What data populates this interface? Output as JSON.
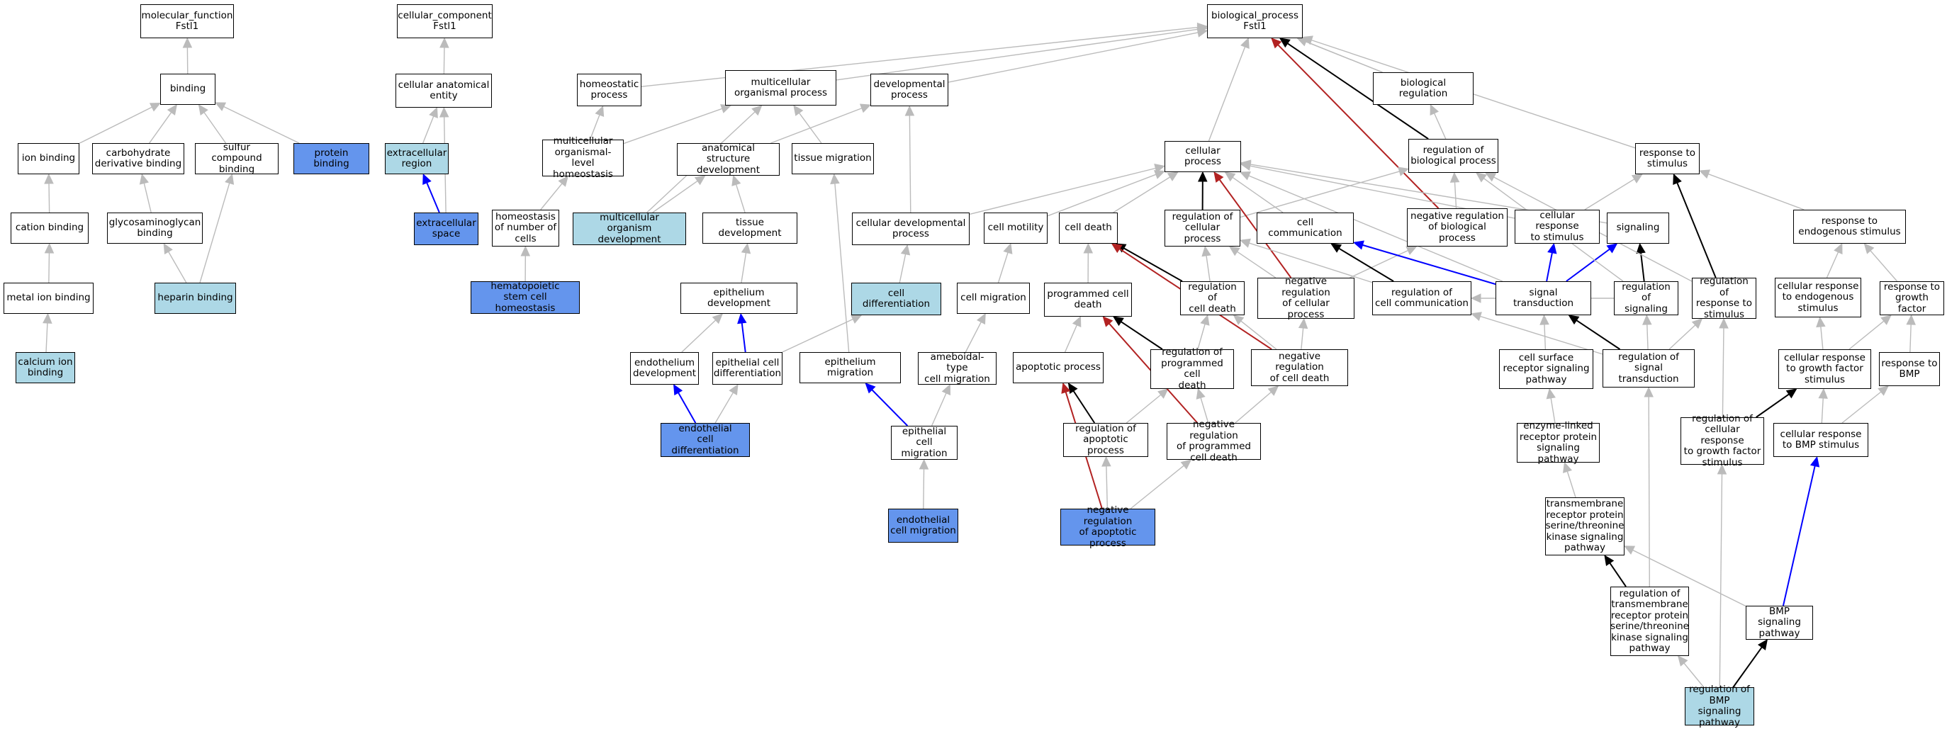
{
  "colors": {
    "background": "#ffffff",
    "node_border": "#000000",
    "node_default": "#ffffff",
    "node_light": "#add8e6",
    "node_dark": "#6495ed",
    "edge_gray": "#bbbbbb",
    "edge_black": "#000000",
    "edge_blue": "#0000ff",
    "edge_red": "#b22222"
  },
  "nodes": [
    {
      "id": "mf",
      "label": "molecular_function\nFstl1",
      "fill": "white"
    },
    {
      "id": "cc",
      "label": "cellular_component\nFstl1",
      "fill": "white"
    },
    {
      "id": "bp",
      "label": "biological_process\nFstl1",
      "fill": "white"
    },
    {
      "id": "binding",
      "label": "binding",
      "fill": "white"
    },
    {
      "id": "ion_binding",
      "label": "ion binding",
      "fill": "white"
    },
    {
      "id": "carb_binding",
      "label": "carbohydrate\nderivative binding",
      "fill": "white"
    },
    {
      "id": "sulfur_binding",
      "label": "sulfur compound\nbinding",
      "fill": "white"
    },
    {
      "id": "protein_binding",
      "label": "protein binding",
      "fill": "dark"
    },
    {
      "id": "cation_binding",
      "label": "cation binding",
      "fill": "white"
    },
    {
      "id": "gag_binding",
      "label": "glycosaminoglycan\nbinding",
      "fill": "white"
    },
    {
      "id": "metal_binding",
      "label": "metal ion binding",
      "fill": "white"
    },
    {
      "id": "heparin_binding",
      "label": "heparin binding",
      "fill": "light"
    },
    {
      "id": "calcium_binding",
      "label": "calcium ion\nbinding",
      "fill": "light"
    },
    {
      "id": "cae",
      "label": "cellular anatomical\nentity",
      "fill": "white"
    },
    {
      "id": "ecr",
      "label": "extracellular\nregion",
      "fill": "light"
    },
    {
      "id": "ecs",
      "label": "extracellular\nspace",
      "fill": "dark"
    },
    {
      "id": "homeostatic",
      "label": "homeostatic\nprocess",
      "fill": "white"
    },
    {
      "id": "multicellular",
      "label": "multicellular\norganismal process",
      "fill": "white"
    },
    {
      "id": "developmental",
      "label": "developmental\nprocess",
      "fill": "white"
    },
    {
      "id": "mol_homeostasis",
      "label": "multicellular\norganismal-level\nhomeostasis",
      "fill": "white"
    },
    {
      "id": "homeo_cells",
      "label": "homeostasis\nof number of\ncells",
      "fill": "white"
    },
    {
      "id": "hsc_homeo",
      "label": "hematopoietic\nstem cell homeostasis",
      "fill": "dark"
    },
    {
      "id": "mod",
      "label": "multicellular\norganism development",
      "fill": "light"
    },
    {
      "id": "asd",
      "label": "anatomical structure\ndevelopment",
      "fill": "white"
    },
    {
      "id": "tissue_migration",
      "label": "tissue migration",
      "fill": "white"
    },
    {
      "id": "tissue_dev",
      "label": "tissue development",
      "fill": "white"
    },
    {
      "id": "epith_dev",
      "label": "epithelium development",
      "fill": "white"
    },
    {
      "id": "endoth_dev",
      "label": "endothelium\ndevelopment",
      "fill": "white"
    },
    {
      "id": "epith_cell_diff",
      "label": "epithelial cell\ndifferentiation",
      "fill": "white"
    },
    {
      "id": "endoth_cell_diff",
      "label": "endothelial\ncell differentiation",
      "fill": "dark"
    },
    {
      "id": "cell_dev_process",
      "label": "cellular developmental\nprocess",
      "fill": "white"
    },
    {
      "id": "cell_diff",
      "label": "cell differentiation",
      "fill": "light"
    },
    {
      "id": "epith_migration",
      "label": "epithelium migration",
      "fill": "white"
    },
    {
      "id": "epith_cell_migration",
      "label": "epithelial cell\nmigration",
      "fill": "white"
    },
    {
      "id": "endoth_cell_migration",
      "label": "endothelial\ncell migration",
      "fill": "dark"
    },
    {
      "id": "cellular_process",
      "label": "cellular process",
      "fill": "white"
    },
    {
      "id": "cell_motility",
      "label": "cell motility",
      "fill": "white"
    },
    {
      "id": "cell_migration",
      "label": "cell migration",
      "fill": "white"
    },
    {
      "id": "ameboidal",
      "label": "ameboidal-type\ncell migration",
      "fill": "white"
    },
    {
      "id": "cell_death",
      "label": "cell death",
      "fill": "white"
    },
    {
      "id": "pcd",
      "label": "programmed cell\ndeath",
      "fill": "white"
    },
    {
      "id": "apoptotic",
      "label": "apoptotic process",
      "fill": "white"
    },
    {
      "id": "reg_cell_process",
      "label": "regulation of\ncellular process",
      "fill": "white"
    },
    {
      "id": "reg_cell_death",
      "label": "regulation of\ncell death",
      "fill": "white"
    },
    {
      "id": "reg_pcd",
      "label": "regulation of\nprogrammed cell\ndeath",
      "fill": "white"
    },
    {
      "id": "reg_apoptotic",
      "label": "regulation of\napoptotic process",
      "fill": "white"
    },
    {
      "id": "neg_reg_pcd",
      "label": "negative regulation\nof programmed\ncell death",
      "fill": "white"
    },
    {
      "id": "neg_reg_apoptotic",
      "label": "negative regulation\nof apoptotic\nprocess",
      "fill": "dark"
    },
    {
      "id": "neg_reg_cell_death",
      "label": "negative regulation\nof cell death",
      "fill": "white"
    },
    {
      "id": "neg_reg_cellular",
      "label": "negative regulation\nof cellular\nprocess",
      "fill": "white"
    },
    {
      "id": "cell_comm",
      "label": "cell communication",
      "fill": "white"
    },
    {
      "id": "reg_cell_comm",
      "label": "regulation of\ncell communication",
      "fill": "white"
    },
    {
      "id": "bio_reg",
      "label": "biological regulation",
      "fill": "white"
    },
    {
      "id": "reg_bp",
      "label": "regulation of\nbiological process",
      "fill": "white"
    },
    {
      "id": "neg_reg_bp",
      "label": "negative regulation\nof biological\nprocess",
      "fill": "white"
    },
    {
      "id": "cell_resp_stim",
      "label": "cellular response\nto stimulus",
      "fill": "white"
    },
    {
      "id": "signaling",
      "label": "signaling",
      "fill": "white"
    },
    {
      "id": "signal_transduction",
      "label": "signal transduction",
      "fill": "white"
    },
    {
      "id": "reg_signaling",
      "label": "regulation of\nsignaling",
      "fill": "white"
    },
    {
      "id": "response_stimulus",
      "label": "response to\nstimulus",
      "fill": "white"
    },
    {
      "id": "reg_resp_stim",
      "label": "regulation of\nresponse to\nstimulus",
      "fill": "white"
    },
    {
      "id": "resp_endo",
      "label": "response to\nendogenous stimulus",
      "fill": "white"
    },
    {
      "id": "cell_resp_endo",
      "label": "cellular response\nto endogenous\nstimulus",
      "fill": "white"
    },
    {
      "id": "resp_gf",
      "label": "response to\ngrowth factor",
      "fill": "white"
    },
    {
      "id": "cell_resp_gf",
      "label": "cellular response\nto growth factor\nstimulus",
      "fill": "white"
    },
    {
      "id": "resp_bmp",
      "label": "response to\nBMP",
      "fill": "white"
    },
    {
      "id": "cell_resp_bmp",
      "label": "cellular response\nto BMP stimulus",
      "fill": "white"
    },
    {
      "id": "reg_cell_resp_gf",
      "label": "regulation of\ncellular response\nto growth factor\nstimulus",
      "fill": "white"
    },
    {
      "id": "reg_sig_trans",
      "label": "regulation of\nsignal transduction",
      "fill": "white"
    },
    {
      "id": "cell_surface",
      "label": "cell surface\nreceptor signaling\npathway",
      "fill": "white"
    },
    {
      "id": "enzyme_linked",
      "label": "enzyme-linked\nreceptor protein\nsignaling pathway",
      "fill": "white"
    },
    {
      "id": "tm_serine",
      "label": "transmembrane\nreceptor protein\nserine/threonine\nkinase signaling\npathway",
      "fill": "white"
    },
    {
      "id": "reg_tm_serine",
      "label": "regulation of\ntransmembrane\nreceptor protein\nserine/threonine\nkinase signaling\npathway",
      "fill": "white"
    },
    {
      "id": "bmp_pathway",
      "label": "BMP signaling\npathway",
      "fill": "white"
    },
    {
      "id": "reg_bmp",
      "label": "regulation of\nBMP signaling\npathway",
      "fill": "light"
    }
  ],
  "edges": [
    {
      "from": "binding",
      "to": "mf",
      "color": "gray"
    },
    {
      "from": "ion_binding",
      "to": "binding",
      "color": "gray"
    },
    {
      "from": "carb_binding",
      "to": "binding",
      "color": "gray"
    },
    {
      "from": "sulfur_binding",
      "to": "binding",
      "color": "gray"
    },
    {
      "from": "protein_binding",
      "to": "binding",
      "color": "gray"
    },
    {
      "from": "cation_binding",
      "to": "ion_binding",
      "color": "gray"
    },
    {
      "from": "gag_binding",
      "to": "carb_binding",
      "color": "gray"
    },
    {
      "from": "metal_binding",
      "to": "cation_binding",
      "color": "gray"
    },
    {
      "from": "heparin_binding",
      "to": "gag_binding",
      "color": "gray"
    },
    {
      "from": "heparin_binding",
      "to": "sulfur_binding",
      "color": "gray"
    },
    {
      "from": "calcium_binding",
      "to": "metal_binding",
      "color": "gray"
    },
    {
      "from": "cae",
      "to": "cc",
      "color": "gray"
    },
    {
      "from": "ecr",
      "to": "cae",
      "color": "gray"
    },
    {
      "from": "ecs",
      "to": "ecr",
      "color": "blue"
    },
    {
      "from": "ecs",
      "to": "cae",
      "color": "gray"
    },
    {
      "from": "homeostatic",
      "to": "bp",
      "color": "gray"
    },
    {
      "from": "multicellular",
      "to": "bp",
      "color": "gray"
    },
    {
      "from": "developmental",
      "to": "bp",
      "color": "gray"
    },
    {
      "from": "cellular_process",
      "to": "bp",
      "color": "gray"
    },
    {
      "from": "bio_reg",
      "to": "bp",
      "color": "gray"
    },
    {
      "from": "response_stimulus",
      "to": "bp",
      "color": "gray"
    },
    {
      "from": "reg_bp",
      "to": "bp",
      "color": "black"
    },
    {
      "from": "neg_reg_bp",
      "to": "bp",
      "color": "red"
    },
    {
      "from": "mol_homeostasis",
      "to": "homeostatic",
      "color": "gray"
    },
    {
      "from": "mol_homeostasis",
      "to": "multicellular",
      "color": "gray"
    },
    {
      "from": "homeo_cells",
      "to": "mol_homeostasis",
      "color": "gray"
    },
    {
      "from": "hsc_homeo",
      "to": "homeo_cells",
      "color": "gray"
    },
    {
      "from": "mod",
      "to": "multicellular",
      "color": "gray"
    },
    {
      "from": "mod",
      "to": "asd",
      "color": "gray"
    },
    {
      "from": "asd",
      "to": "developmental",
      "color": "gray"
    },
    {
      "from": "tissue_migration",
      "to": "multicellular",
      "color": "gray"
    },
    {
      "from": "tissue_dev",
      "to": "asd",
      "color": "gray"
    },
    {
      "from": "epith_dev",
      "to": "tissue_dev",
      "color": "gray"
    },
    {
      "from": "endoth_dev",
      "to": "epith_dev",
      "color": "gray"
    },
    {
      "from": "epith_cell_diff",
      "to": "epith_dev",
      "color": "blue"
    },
    {
      "from": "epith_cell_diff",
      "to": "cell_diff",
      "color": "gray"
    },
    {
      "from": "endoth_cell_diff",
      "to": "endoth_dev",
      "color": "blue"
    },
    {
      "from": "endoth_cell_diff",
      "to": "epith_cell_diff",
      "color": "gray"
    },
    {
      "from": "cell_dev_process",
      "to": "developmental",
      "color": "gray"
    },
    {
      "from": "cell_dev_process",
      "to": "cellular_process",
      "color": "gray"
    },
    {
      "from": "cell_diff",
      "to": "cell_dev_process",
      "color": "gray"
    },
    {
      "from": "epith_migration",
      "to": "tissue_migration",
      "color": "gray"
    },
    {
      "from": "epith_cell_migration",
      "to": "epith_migration",
      "color": "blue"
    },
    {
      "from": "epith_cell_migration",
      "to": "ameboidal",
      "color": "gray"
    },
    {
      "from": "endoth_cell_migration",
      "to": "epith_cell_migration",
      "color": "gray"
    },
    {
      "from": "cell_motility",
      "to": "cellular_process",
      "color": "gray"
    },
    {
      "from": "cell_migration",
      "to": "cell_motility",
      "color": "gray"
    },
    {
      "from": "ameboidal",
      "to": "cell_migration",
      "color": "gray"
    },
    {
      "from": "cell_death",
      "to": "cellular_process",
      "color": "gray"
    },
    {
      "from": "pcd",
      "to": "cell_death",
      "color": "gray"
    },
    {
      "from": "apoptotic",
      "to": "pcd",
      "color": "gray"
    },
    {
      "from": "reg_cell_process",
      "to": "cellular_process",
      "color": "black"
    },
    {
      "from": "reg_cell_process",
      "to": "reg_bp",
      "color": "gray"
    },
    {
      "from": "reg_cell_death",
      "to": "cell_death",
      "color": "black"
    },
    {
      "from": "reg_cell_death",
      "to": "reg_cell_process",
      "color": "gray"
    },
    {
      "from": "reg_pcd",
      "to": "pcd",
      "color": "black"
    },
    {
      "from": "reg_pcd",
      "to": "reg_cell_death",
      "color": "gray"
    },
    {
      "from": "reg_apoptotic",
      "to": "apoptotic",
      "color": "black"
    },
    {
      "from": "reg_apoptotic",
      "to": "reg_pcd",
      "color": "gray"
    },
    {
      "from": "neg_reg_pcd",
      "to": "reg_pcd",
      "color": "gray"
    },
    {
      "from": "neg_reg_pcd",
      "to": "pcd",
      "color": "red"
    },
    {
      "from": "neg_reg_pcd",
      "to": "neg_reg_cell_death",
      "color": "gray"
    },
    {
      "from": "neg_reg_apoptotic",
      "to": "apoptotic",
      "color": "red"
    },
    {
      "from": "neg_reg_apoptotic",
      "to": "reg_apoptotic",
      "color": "gray"
    },
    {
      "from": "neg_reg_apoptotic",
      "to": "neg_reg_pcd",
      "color": "gray"
    },
    {
      "from": "neg_reg_cell_death",
      "to": "cell_death",
      "color": "red"
    },
    {
      "from": "neg_reg_cell_death",
      "to": "reg_cell_death",
      "color": "gray"
    },
    {
      "from": "neg_reg_cell_death",
      "to": "neg_reg_cellular",
      "color": "gray"
    },
    {
      "from": "neg_reg_cellular",
      "to": "cellular_process",
      "color": "red"
    },
    {
      "from": "neg_reg_cellular",
      "to": "reg_cell_process",
      "color": "gray"
    },
    {
      "from": "neg_reg_cellular",
      "to": "neg_reg_bp",
      "color": "gray"
    },
    {
      "from": "cell_comm",
      "to": "cellular_process",
      "color": "gray"
    },
    {
      "from": "reg_cell_comm",
      "to": "cell_comm",
      "color": "black"
    },
    {
      "from": "reg_cell_comm",
      "to": "reg_cell_process",
      "color": "gray"
    },
    {
      "from": "bio_reg",
      "to": "bp",
      "color": "gray"
    },
    {
      "from": "reg_bp",
      "to": "bio_reg",
      "color": "gray"
    },
    {
      "from": "neg_reg_bp",
      "to": "reg_bp",
      "color": "gray"
    },
    {
      "from": "cell_resp_stim",
      "to": "cellular_process",
      "color": "gray"
    },
    {
      "from": "cell_resp_stim",
      "to": "response_stimulus",
      "color": "gray"
    },
    {
      "from": "signaling",
      "to": "cellular_process",
      "color": "gray"
    },
    {
      "from": "signal_transduction",
      "to": "cell_resp_stim",
      "color": "blue"
    },
    {
      "from": "signal_transduction",
      "to": "signaling",
      "color": "blue"
    },
    {
      "from": "signal_transduction",
      "to": "cell_comm",
      "color": "blue"
    },
    {
      "from": "signal_transduction",
      "to": "cellular_process",
      "color": "gray"
    },
    {
      "from": "reg_signaling",
      "to": "signaling",
      "color": "black"
    },
    {
      "from": "reg_signaling",
      "to": "reg_bp",
      "color": "gray"
    },
    {
      "from": "reg_signaling",
      "to": "reg_cell_comm",
      "color": "gray"
    },
    {
      "from": "reg_resp_stim",
      "to": "response_stimulus",
      "color": "black"
    },
    {
      "from": "reg_resp_stim",
      "to": "reg_bp",
      "color": "gray"
    },
    {
      "from": "resp_endo",
      "to": "response_stimulus",
      "color": "gray"
    },
    {
      "from": "cell_resp_endo",
      "to": "resp_endo",
      "color": "gray"
    },
    {
      "from": "resp_gf",
      "to": "resp_endo",
      "color": "gray"
    },
    {
      "from": "cell_resp_gf",
      "to": "cell_resp_endo",
      "color": "gray"
    },
    {
      "from": "cell_resp_gf",
      "to": "resp_gf",
      "color": "gray"
    },
    {
      "from": "resp_bmp",
      "to": "resp_gf",
      "color": "gray"
    },
    {
      "from": "cell_resp_bmp",
      "to": "cell_resp_gf",
      "color": "gray"
    },
    {
      "from": "cell_resp_bmp",
      "to": "resp_bmp",
      "color": "gray"
    },
    {
      "from": "reg_cell_resp_gf",
      "to": "cell_resp_gf",
      "color": "black"
    },
    {
      "from": "reg_cell_resp_gf",
      "to": "reg_resp_stim",
      "color": "gray"
    },
    {
      "from": "reg_sig_trans",
      "to": "signal_transduction",
      "color": "black"
    },
    {
      "from": "reg_sig_trans",
      "to": "reg_signaling",
      "color": "gray"
    },
    {
      "from": "reg_sig_trans",
      "to": "reg_resp_stim",
      "color": "gray"
    },
    {
      "from": "reg_sig_trans",
      "to": "reg_cell_comm",
      "color": "gray"
    },
    {
      "from": "cell_surface",
      "to": "signal_transduction",
      "color": "gray"
    },
    {
      "from": "enzyme_linked",
      "to": "cell_surface",
      "color": "gray"
    },
    {
      "from": "tm_serine",
      "to": "enzyme_linked",
      "color": "gray"
    },
    {
      "from": "reg_tm_serine",
      "to": "tm_serine",
      "color": "black"
    },
    {
      "from": "reg_tm_serine",
      "to": "reg_sig_trans",
      "color": "gray"
    },
    {
      "from": "bmp_pathway",
      "to": "tm_serine",
      "color": "gray"
    },
    {
      "from": "bmp_pathway",
      "to": "cell_resp_bmp",
      "color": "blue"
    },
    {
      "from": "reg_bmp",
      "to": "bmp_pathway",
      "color": "black"
    },
    {
      "from": "reg_bmp",
      "to": "reg_tm_serine",
      "color": "gray"
    },
    {
      "from": "reg_bmp",
      "to": "reg_cell_resp_gf",
      "color": "gray"
    }
  ]
}
